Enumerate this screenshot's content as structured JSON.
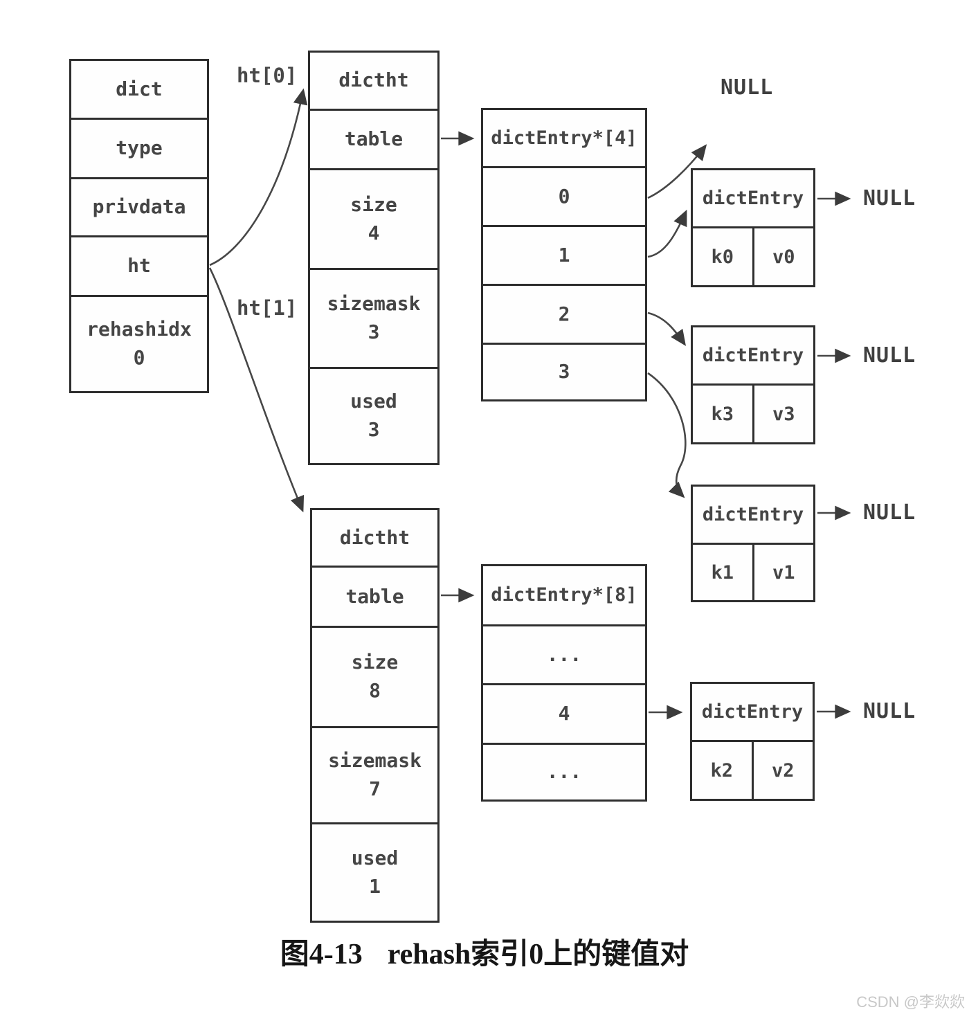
{
  "figure": {
    "caption_number": "图4-13",
    "caption_title": "rehash索引0上的键值对",
    "watermark": "CSDN @李欻欻"
  },
  "pointer_labels": {
    "ht0": "ht[0]",
    "ht1": "ht[1]",
    "null_top": "NULL"
  },
  "dict_box": {
    "rows": [
      {
        "label": "dict"
      },
      {
        "label": "type"
      },
      {
        "label": "privdata"
      },
      {
        "label": "ht"
      },
      {
        "label": "rehashidx",
        "value": "0"
      }
    ]
  },
  "dictht_ht0": {
    "rows": [
      {
        "label": "dictht"
      },
      {
        "label": "table"
      },
      {
        "label": "size",
        "value": "4"
      },
      {
        "label": "sizemask",
        "value": "3"
      },
      {
        "label": "used",
        "value": "3"
      }
    ]
  },
  "dictht_ht1": {
    "rows": [
      {
        "label": "dictht"
      },
      {
        "label": "table"
      },
      {
        "label": "size",
        "value": "8"
      },
      {
        "label": "sizemask",
        "value": "7"
      },
      {
        "label": "used",
        "value": "1"
      }
    ]
  },
  "bucket_array_ht0": {
    "header": "dictEntry*[4]",
    "cells": [
      "0",
      "1",
      "2",
      "3"
    ]
  },
  "bucket_array_ht1": {
    "header": "dictEntry*[8]",
    "cells": [
      "...",
      "4",
      "..."
    ]
  },
  "entries": [
    {
      "title": "dictEntry",
      "key": "k0",
      "value": "v0",
      "next": "NULL"
    },
    {
      "title": "dictEntry",
      "key": "k3",
      "value": "v3",
      "next": "NULL"
    },
    {
      "title": "dictEntry",
      "key": "k1",
      "value": "v1",
      "next": "NULL"
    },
    {
      "title": "dictEntry",
      "key": "k2",
      "value": "v2",
      "next": "NULL"
    }
  ]
}
